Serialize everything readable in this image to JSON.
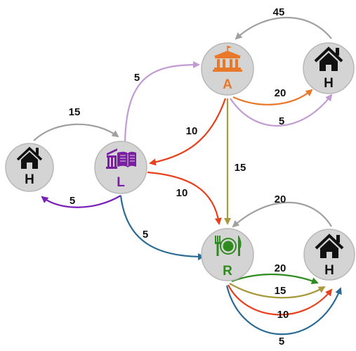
{
  "nodes": {
    "home_left": {
      "letter": "H",
      "icon": "house-icon",
      "color": "#111111"
    },
    "library": {
      "letter": "L",
      "icon": "library-icon",
      "color": "#7a1fa2"
    },
    "attraction": {
      "letter": "A",
      "icon": "museum-icon",
      "color": "#e8782a"
    },
    "home_top_right": {
      "letter": "H",
      "icon": "house-icon",
      "color": "#111111"
    },
    "restaurant": {
      "letter": "R",
      "icon": "restaurant-icon",
      "color": "#2e8b1e"
    },
    "home_bottom_right": {
      "letter": "H",
      "icon": "house-icon",
      "color": "#111111"
    }
  },
  "edges": [
    {
      "id": "hl-l",
      "from": "H",
      "to": "L",
      "label": "15",
      "color": "#a0a0a0"
    },
    {
      "id": "l-hl",
      "from": "L",
      "to": "H",
      "label": "5",
      "color": "#7a1fb8"
    },
    {
      "id": "l-a",
      "from": "L",
      "to": "A",
      "label": "5",
      "color": "#c39bd3"
    },
    {
      "id": "a-l",
      "from": "A",
      "to": "L",
      "label": "10",
      "color": "#e8401c"
    },
    {
      "id": "l-r-red",
      "from": "L",
      "to": "R",
      "label": "10",
      "color": "#e8401c"
    },
    {
      "id": "l-r-blue",
      "from": "L",
      "to": "R",
      "label": "5",
      "color": "#2a6a94"
    },
    {
      "id": "a-r",
      "from": "A",
      "to": "R",
      "label": "15",
      "color": "#a89a3c"
    },
    {
      "id": "ht-a",
      "from": "H",
      "to": "A",
      "label": "45",
      "color": "#a0a0a0"
    },
    {
      "id": "a-ht-orange",
      "from": "A",
      "to": "H",
      "label": "20",
      "color": "#e8782a"
    },
    {
      "id": "a-ht-purple",
      "from": "A",
      "to": "H",
      "label": "5",
      "color": "#c39bd3"
    },
    {
      "id": "hb-r",
      "from": "H",
      "to": "R",
      "label": "20",
      "color": "#a0a0a0"
    },
    {
      "id": "r-hb-green",
      "from": "R",
      "to": "H",
      "label": "20",
      "color": "#2e8b1e"
    },
    {
      "id": "r-hb-olive",
      "from": "R",
      "to": "H",
      "label": "15",
      "color": "#a89a3c"
    },
    {
      "id": "r-hb-red",
      "from": "R",
      "to": "H",
      "label": "10",
      "color": "#e8401c"
    },
    {
      "id": "r-hb-blue",
      "from": "R",
      "to": "H",
      "label": "5",
      "color": "#2a6a94"
    }
  ]
}
